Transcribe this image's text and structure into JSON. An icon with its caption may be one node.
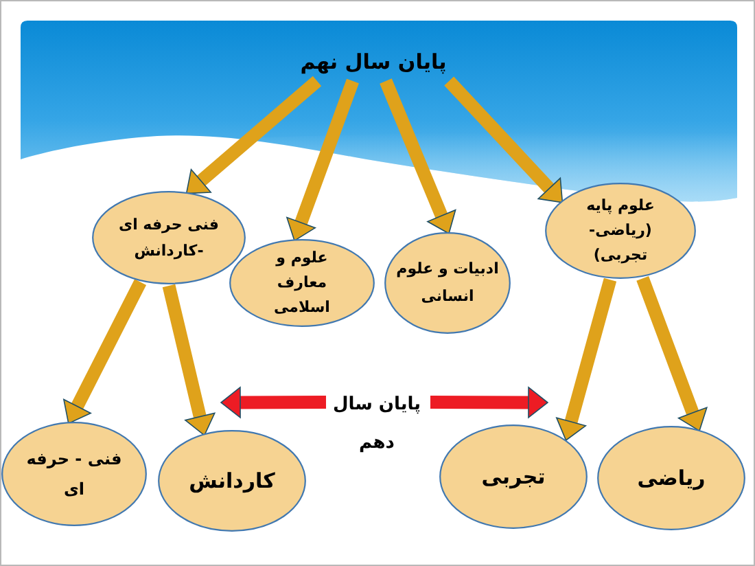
{
  "diagram": {
    "nodes": [
      {
        "text": [
          "پایان سال نهم"
        ]
      },
      {
        "text": [
          "فنی حرفه ای -کاردانش"
        ]
      },
      {
        "text": [
          "علوم و معارف اسلامی"
        ]
      },
      {
        "text": [
          "ادبیات و علوم انسانی"
        ]
      },
      {
        "text": [
          "علوم پایه (ریاضی- تجربی)"
        ]
      },
      {
        "text": [
          "پایان سال دهم"
        ]
      },
      {
        "text": [
          "فنی - حرفه ای"
        ]
      },
      {
        "text": [
          "کاردانش"
        ]
      },
      {
        "text": [
          "تجربی"
        ]
      },
      {
        "text": [
          "ریاضی"
        ]
      }
    ],
    "edges": [
      {
        "from": 0,
        "to": 1,
        "arrow": "to"
      },
      {
        "from": 0,
        "to": 2,
        "arrow": "to"
      },
      {
        "from": 0,
        "to": 3,
        "arrow": "to"
      },
      {
        "from": 0,
        "to": 4,
        "arrow": "to"
      },
      {
        "from": 1,
        "to": 6,
        "arrow": "to"
      },
      {
        "from": 1,
        "to": 7,
        "arrow": "to"
      },
      {
        "from": 4,
        "to": 8,
        "arrow": "to"
      },
      {
        "from": 4,
        "to": 9,
        "arrow": "to"
      },
      {
        "from": 5,
        "to": 7,
        "arrow": "to",
        "color": "#ed1c24"
      },
      {
        "from": 5,
        "to": 8,
        "arrow": "to",
        "color": "#ed1c24"
      }
    ]
  }
}
